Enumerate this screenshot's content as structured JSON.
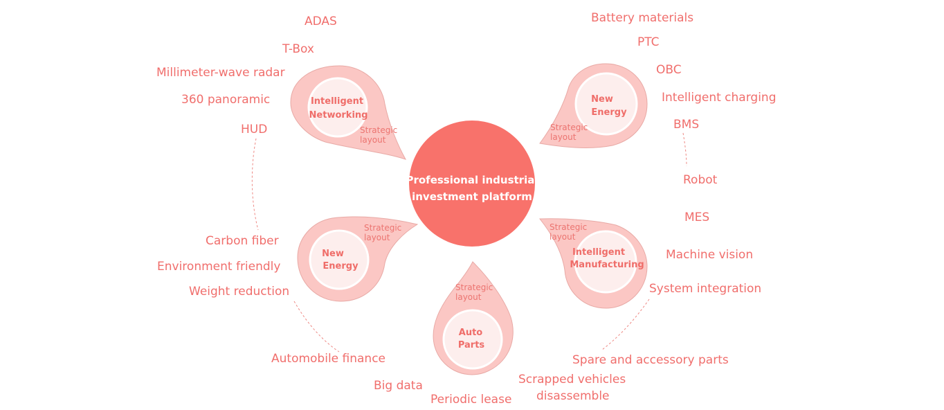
{
  "center": {
    "line1": "Professional industrial",
    "line2": "investment platform",
    "color": "#f8726b"
  },
  "nodes": {
    "networking": {
      "line1": "Intelligent",
      "line2": "Networking",
      "sub1": "Strategic",
      "sub2": "layout"
    },
    "energy_top": {
      "line1": "New",
      "line2": "Energy",
      "sub1": "Strategic",
      "sub2": "layout"
    },
    "energy_left": {
      "line1": "New",
      "line2": "Energy",
      "sub1": "Strategic",
      "sub2": "layout"
    },
    "manufacturing": {
      "line1": "Intelligent",
      "line2": "Manufacturing",
      "sub1": "Strategic",
      "sub2": "layout"
    },
    "auto_parts": {
      "line1": "Auto",
      "line2": "Parts",
      "sub1": "Strategic",
      "sub2": "layout"
    }
  },
  "labels": {
    "adas": "ADAS",
    "tbox": "T-Box",
    "mmwave": "Millimeter-wave radar",
    "panoramic": "360 panoramic",
    "hud": "HUD",
    "battery": "Battery materials",
    "ptc": "PTC",
    "obc": "OBC",
    "charging": "Intelligent charging",
    "bms": "BMS",
    "robot": "Robot",
    "mes": "MES",
    "vision": "Machine vision",
    "integration": "System integration",
    "carbon": "Carbon fiber",
    "environment": "Environment friendly",
    "weight": "Weight reduction",
    "finance": "Automobile finance",
    "bigdata": "Big data",
    "lease": "Periodic lease",
    "scrapped1": "Scrapped vehicles",
    "scrapped2": "disassemble",
    "spare": "Spare and accessory parts"
  }
}
